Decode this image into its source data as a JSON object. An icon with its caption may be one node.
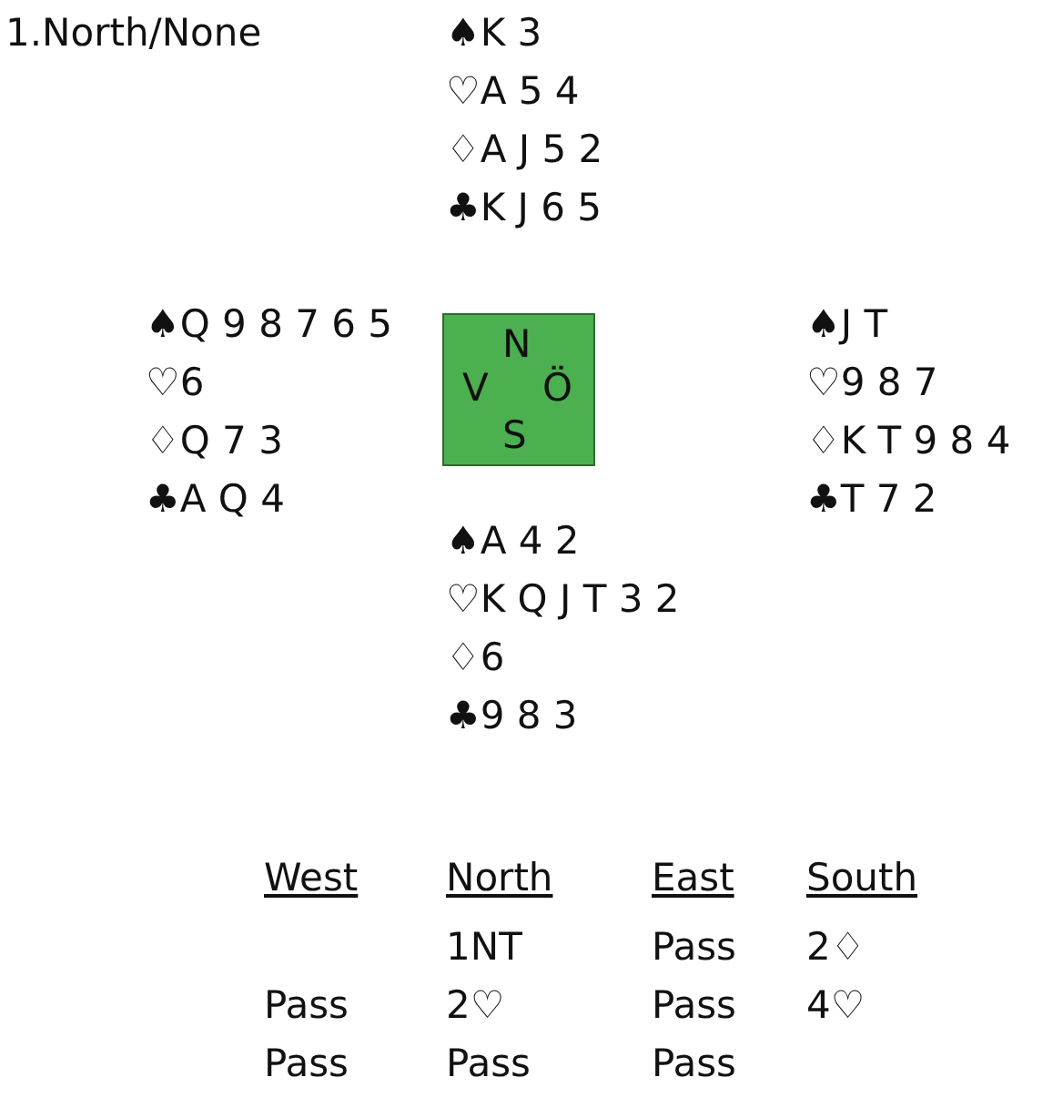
{
  "diagram": {
    "title": "1.North/None",
    "nodes": [
      {
        "text": [
          "N",
          "V",
          "Ö",
          "S"
        ]
      }
    ],
    "labels": [
      "♠K 3",
      "♡A 5 4",
      "♢A J 5 2",
      "♣K J 6 5",
      "♠Q 9 8 7 6 5",
      "♡6",
      "♢Q 7 3",
      "♣A Q 4",
      "♠J T",
      "♡9 8 7",
      "♢K T 9 8 4",
      "♣T 7 2",
      "♠A 4 2",
      "♡K Q J T 3 2",
      "♢6",
      "♣9 8 3",
      "West",
      "North",
      "East",
      "South",
      "1NT",
      "Pass",
      "2♢",
      "Pass",
      "2♡",
      "Pass",
      "4♡",
      "Pass",
      "Pass",
      "Pass"
    ]
  }
}
